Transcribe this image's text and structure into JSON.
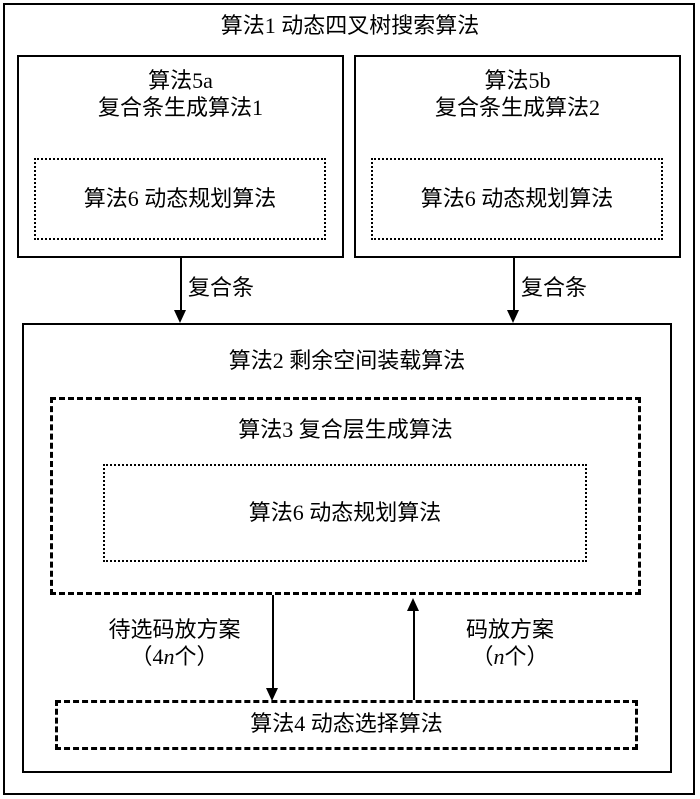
{
  "diagram": {
    "title": "算法1 动态四叉树搜索算法",
    "top_left_box": {
      "heading_line1": "算法5a",
      "heading_line2": "复合条生成算法1",
      "inner_dotted_label": "算法6   动态规划算法"
    },
    "top_right_box": {
      "heading_line1": "算法5b",
      "heading_line2": "复合条生成算法2",
      "inner_dotted_label": "算法6   动态规划算法"
    },
    "connector_labels": {
      "left": "复合条",
      "right": "复合条"
    },
    "main_box": {
      "heading": "算法2   剩余空间装载算法",
      "alg3_box": {
        "heading": "算法3   复合层生成算法",
        "inner_dotted_label": "算法6   动态规划算法"
      },
      "flow_labels": {
        "down_line1": "待选码放方案",
        "down_line2_prefix": "（4",
        "down_line2_italic": "n",
        "down_line2_suffix": "个）",
        "up_line1": "码放方案",
        "up_line2_prefix": "（",
        "up_line2_italic": "n",
        "up_line2_suffix": "个）"
      },
      "alg4_box": {
        "heading": "算法4   动态选择算法"
      }
    },
    "colors": {
      "stroke": "#000000",
      "background": "#ffffff"
    }
  }
}
